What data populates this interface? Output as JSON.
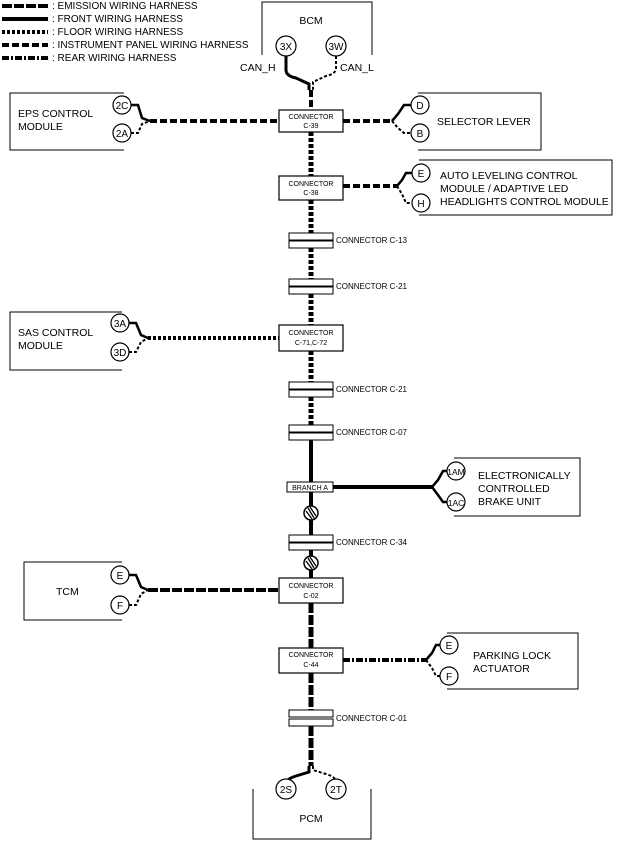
{
  "legend": [
    {
      "style": "emission",
      "label": ": EMISSION WIRING HARNESS"
    },
    {
      "style": "front",
      "label": ": FRONT WIRING HARNESS"
    },
    {
      "style": "floor",
      "label": ": FLOOR WIRING HARNESS"
    },
    {
      "style": "instrument",
      "label": ": INSTRUMENT PANEL WIRING HARNESS"
    },
    {
      "style": "rear",
      "label": ": REAR WIRING HARNESS"
    }
  ],
  "bcm": {
    "title": "BCM",
    "pin_h": "3X",
    "pin_l": "3W",
    "can_h": "CAN_H",
    "can_l": "CAN_L"
  },
  "pcm": {
    "title": "PCM",
    "pin_h": "2S",
    "pin_l": "2T"
  },
  "eps": {
    "line1": "EPS CONTROL",
    "line2": "MODULE",
    "pin1": "2C",
    "pin2": "2A"
  },
  "selector": {
    "label": "SELECTOR LEVER",
    "pin1": "D",
    "pin2": "B"
  },
  "auto_leveling": {
    "line1": "AUTO LEVELING CONTROL",
    "line2": "MODULE / ADAPTIVE LED",
    "line3": "HEADLIGHTS CONTROL MODULE",
    "pin1": "E",
    "pin2": "H"
  },
  "sas": {
    "line1": "SAS CONTROL",
    "line2": "MODULE",
    "pin1": "3A",
    "pin2": "3D"
  },
  "brake": {
    "line1": "ELECTRONICALLY",
    "line2": "CONTROLLED",
    "line3": "BRAKE UNIT",
    "pin1": "1AM",
    "pin2": "1AC"
  },
  "tcm": {
    "title": "TCM",
    "pin1": "E",
    "pin2": "F"
  },
  "parking": {
    "line1": "PARKING LOCK",
    "line2": "ACTUATOR",
    "pin1": "E",
    "pin2": "F"
  },
  "hub_c39": {
    "line1": "CONNECTOR",
    "line2": "C-39"
  },
  "hub_c38": {
    "line1": "CONNECTOR",
    "line2": "C-38"
  },
  "hub_c71": {
    "line1": "CONNECTOR",
    "line2": "C-71,C-72"
  },
  "hub_c02": {
    "line1": "CONNECTOR",
    "line2": "C-02"
  },
  "hub_c44": {
    "line1": "CONNECTOR",
    "line2": "C-44"
  },
  "branch": {
    "label": "BRANCH A"
  },
  "inline": {
    "c13": "CONNECTOR C-13",
    "c21a": "CONNECTOR C-21",
    "c21b": "CONNECTOR C-21",
    "c07": "CONNECTOR C-07",
    "c34": "CONNECTOR C-34",
    "c01": "CONNECTOR C-01"
  }
}
